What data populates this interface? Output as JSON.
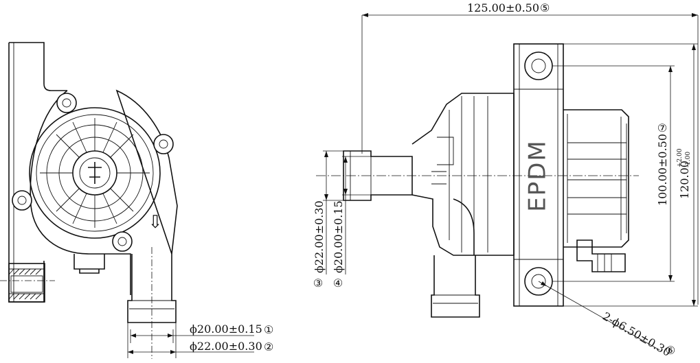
{
  "dimensions": {
    "d1": {
      "text": "ϕ20.00±0.15",
      "marker": "①"
    },
    "d2": {
      "text": "ϕ22.00±0.30",
      "marker": "②"
    },
    "d3": {
      "text": "ϕ22.00±0.30",
      "marker": "③"
    },
    "d4": {
      "text": "ϕ20.00±0.15",
      "marker": "④"
    },
    "d5": {
      "text": "125.00±0.50",
      "marker": "⑤"
    },
    "d6": {
      "text": "2-ϕ6.50±0.30",
      "marker": "⑥"
    },
    "d7": {
      "text": "100.00±0.50",
      "marker": "⑦"
    },
    "d8": {
      "main": "120.00",
      "upper": "+2.00",
      "lower": "-1.00"
    }
  },
  "label": "EPDM",
  "arrow_symbol": "⇩"
}
